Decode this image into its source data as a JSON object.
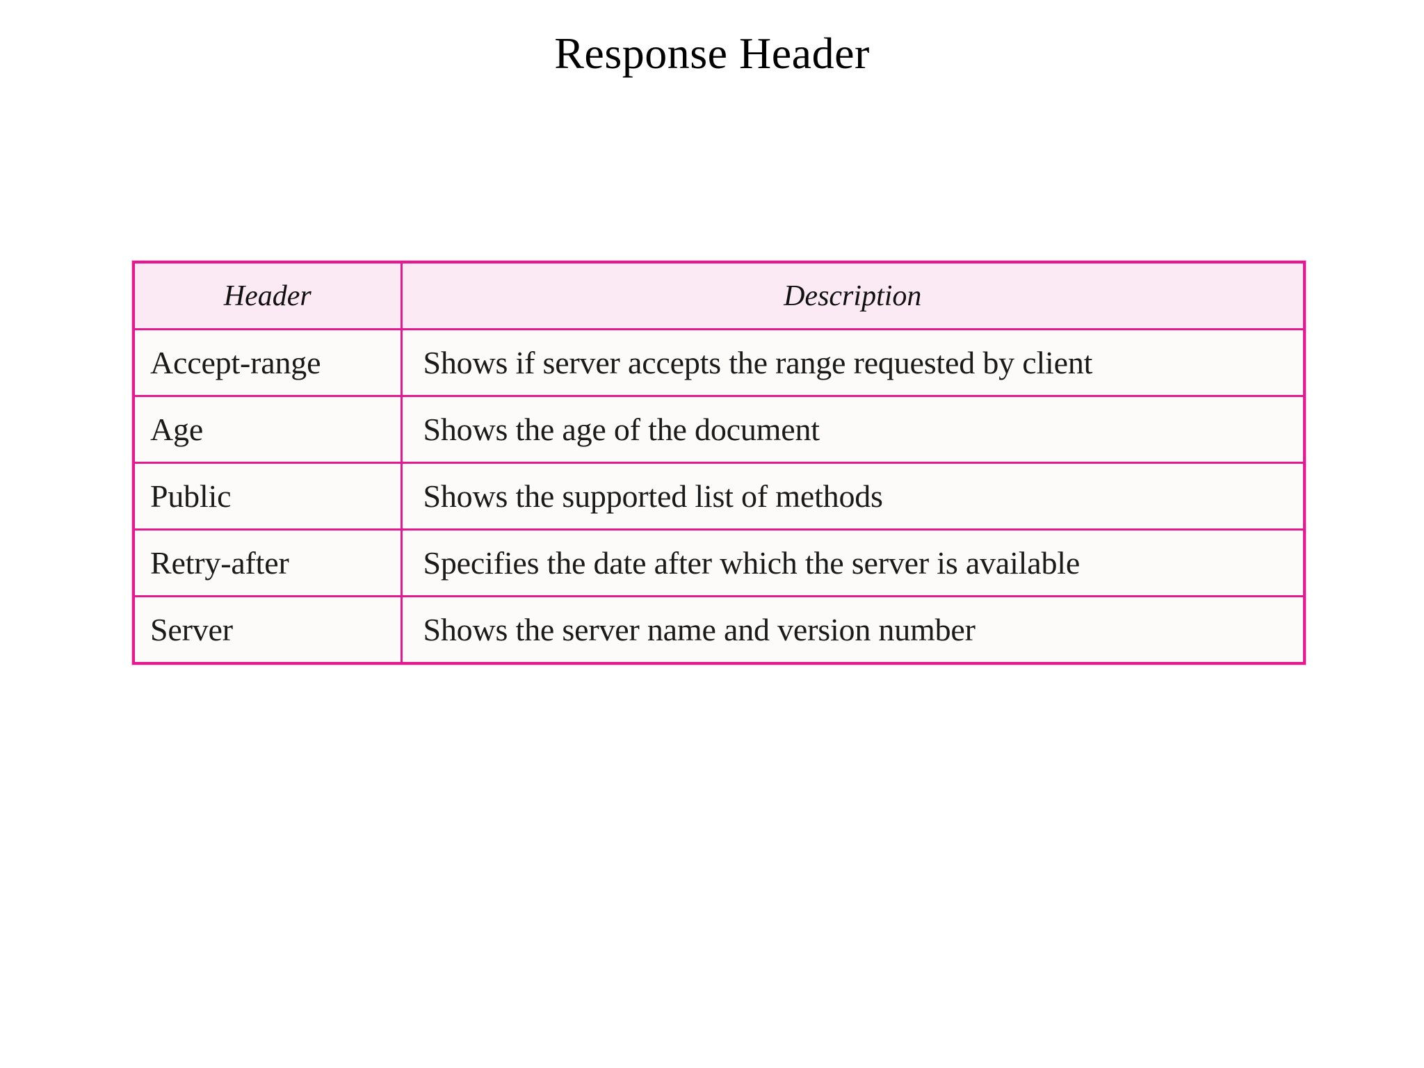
{
  "slide": {
    "title": "Response Header"
  },
  "table": {
    "columns": [
      "Header",
      "Description"
    ],
    "rows": [
      {
        "header": "Accept-range",
        "description": "Shows if server accepts the range requested by client"
      },
      {
        "header": "Age",
        "description": "Shows the age of the document"
      },
      {
        "header": "Public",
        "description": "Shows the supported list of methods"
      },
      {
        "header": "Retry-after",
        "description": "Specifies the date after which the server is available"
      },
      {
        "header": "Server",
        "description": "Shows the server name and version number"
      }
    ]
  },
  "colors": {
    "border": "#e5198f",
    "header_row_background": "#fbe9f4",
    "body_row_background": "#fdfaf9",
    "page_background": "#ffffff",
    "text": "#111111"
  }
}
